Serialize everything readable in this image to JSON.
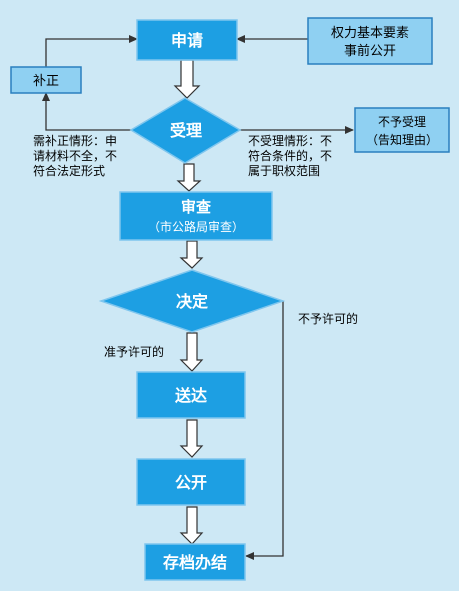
{
  "colors": {
    "background": "#cde8f5",
    "node_fill": "#1d9fe3",
    "node_border": "#7fc6ee",
    "note_fill": "#8fd0f2",
    "note_border": "#2a7fbf",
    "arrow_fill": "#ffffff",
    "arrow_stroke": "#333333",
    "line": "#333333"
  },
  "nodes": {
    "apply": "申请",
    "power_public": [
      "权力基本要素",
      "事前公开"
    ],
    "supplement": "补正",
    "accept": "受理",
    "reject_accept": [
      "不予受理",
      "（告知理由）"
    ],
    "review": "审查",
    "review_sub": "（市公路局审查）",
    "decide": "决定",
    "deliver": "送达",
    "publish": "公开",
    "archive": "存档办结"
  },
  "notes": {
    "supplement_cond": [
      "需补正情形：申",
      "请材料不全，不",
      "符合法定形式"
    ],
    "reject_cond": [
      "不受理情形：不",
      "符合条件的，不",
      "属于职权范围"
    ],
    "approve": "准予许可的",
    "deny": "不予许可的"
  }
}
